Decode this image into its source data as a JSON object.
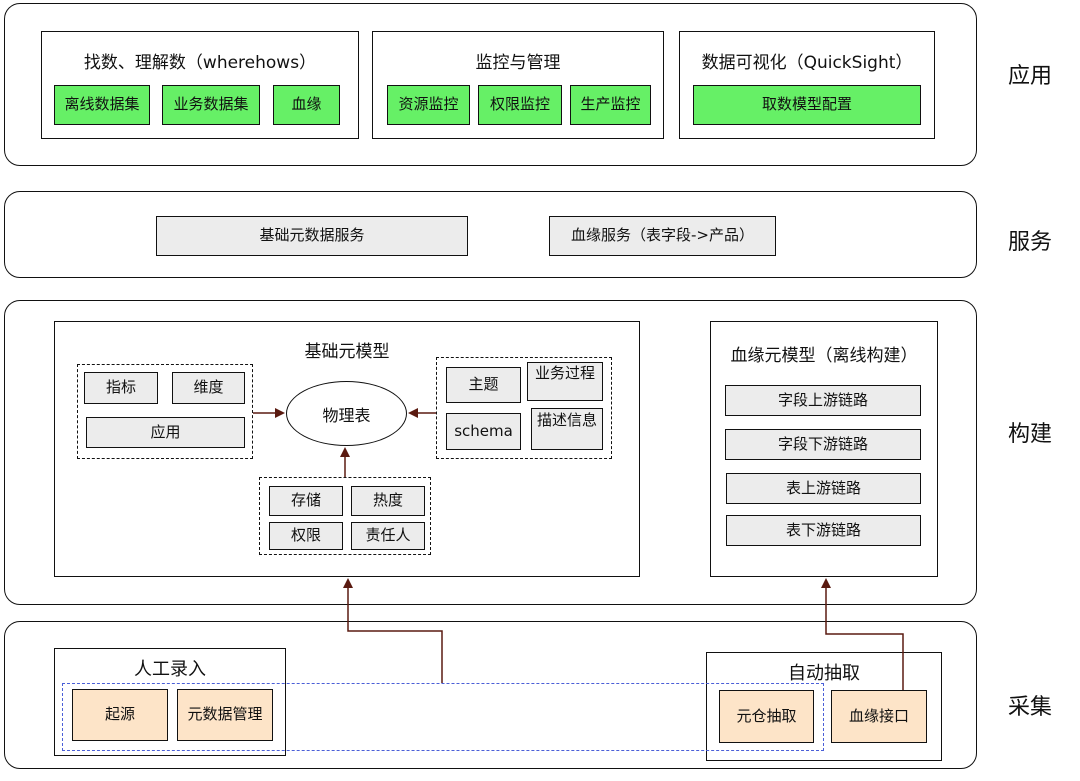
{
  "layers": {
    "app": "应用",
    "service": "服务",
    "build": "构建",
    "collect": "采集"
  },
  "app": {
    "find": {
      "title": "找数、理解数（wherehows）",
      "items": [
        "离线数据集",
        "业务数据集",
        "血缘"
      ]
    },
    "monitor": {
      "title": "监控与管理",
      "items": [
        "资源监控",
        "权限监控",
        "生产监控"
      ]
    },
    "viz": {
      "title": "数据可视化（QuickSight）",
      "items": [
        "取数模型配置"
      ]
    }
  },
  "service": {
    "items": [
      "基础元数据服务",
      "血缘服务（表字段->产品）"
    ]
  },
  "build": {
    "base_model": {
      "title": "基础元模型",
      "left_group": [
        "指标",
        "维度",
        "应用"
      ],
      "center": "物理表",
      "right_group": [
        "主题",
        "业务过程",
        "schema",
        "描述信息"
      ],
      "bottom_group": [
        "存储",
        "热度",
        "权限",
        "责任人"
      ]
    },
    "lineage_model": {
      "title": "血缘元模型（离线构建）",
      "items": [
        "字段上游链路",
        "字段下游链路",
        "表上游链路",
        "表下游链路"
      ]
    }
  },
  "collect": {
    "manual": {
      "title": "人工录入",
      "items": [
        "起源",
        "元数据管理"
      ]
    },
    "auto": {
      "title": "自动抽取",
      "items": [
        "元仓抽取",
        "血缘接口"
      ]
    }
  },
  "colors": {
    "app_box": "#66f066",
    "service_box": "#ececec",
    "collect_box": "#fde4c8",
    "arrow": "#5a1a10",
    "dashed_blue": "#4a5fd8"
  }
}
